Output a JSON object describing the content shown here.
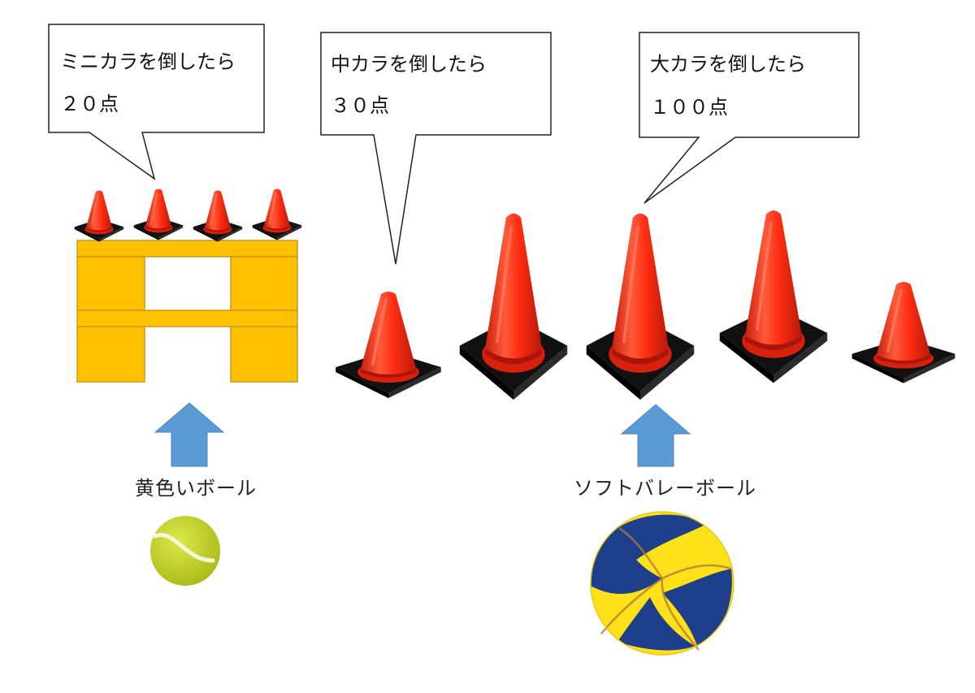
{
  "callouts": [
    {
      "line1": "ミニカラを倒したら",
      "line2": "２０点"
    },
    {
      "line1": "中カラを倒したら",
      "line2": "３０点"
    },
    {
      "line1": "大カラを倒したら",
      "line2": "１００点"
    }
  ],
  "balls": [
    {
      "label": "黄色いボール",
      "icon": "tennis-ball-icon"
    },
    {
      "label": "ソフトバレーボール",
      "icon": "volleyball-icon"
    }
  ],
  "colors": {
    "cone_orange": "#f23b1f",
    "cone_base": "#1a1a1a",
    "stand_fill": "#ffc000",
    "stand_stroke": "#c59a22",
    "arrow_blue": "#5b9bd5",
    "tennis_ball": "#c6d321",
    "volleyball_yellow": "#ffe11a",
    "volleyball_navy": "#1d3f8c"
  }
}
